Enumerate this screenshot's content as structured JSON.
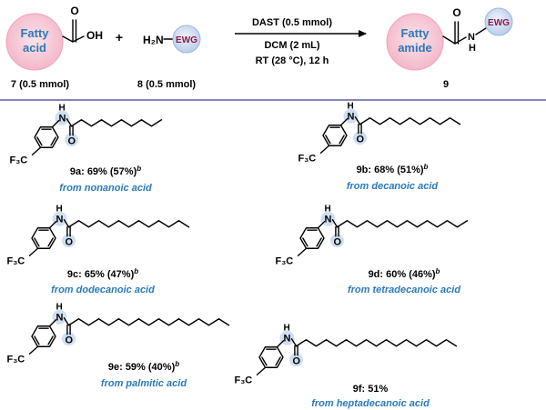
{
  "scheme": {
    "reactant1": {
      "circle_label_1": "Fatty",
      "circle_label_2": "acid",
      "oxygen": "O",
      "hydroxyl": "OH",
      "caption": "7 (0.5 mmol)"
    },
    "plus": "+",
    "reactant2": {
      "amine": "H₂N",
      "circle_label": "EWG",
      "caption": "8 (0.5 mmol)"
    },
    "conditions": [
      "DAST (0.5 mmol)",
      "DCM (2 mL)",
      "RT (28 °C), 12 h"
    ],
    "product": {
      "circle_label_1": "Fatty",
      "circle_label_2": "amide",
      "oxygen": "O",
      "nh": "N",
      "nh_h": "H",
      "ewg": "EWG",
      "caption": "9"
    }
  },
  "atoms": {
    "N": "N",
    "H": "H",
    "O": "O",
    "CF3": "F₃C"
  },
  "compounds": [
    {
      "id": "9a",
      "text": "9a: 69% (57%)",
      "sup": "b",
      "source": "from nonanoic acid"
    },
    {
      "id": "9b",
      "text": "9b: 68% (51%)",
      "sup": "b",
      "source": "from decanoic acid"
    },
    {
      "id": "9c",
      "text": "9c: 65% (47%)",
      "sup": "b",
      "source": "from dodecanoic acid"
    },
    {
      "id": "9d",
      "text": "9d: 60% (46%)",
      "sup": "b",
      "source": "from tetradecanoic acid"
    },
    {
      "id": "9e",
      "text": "9e: 59% (40%)",
      "sup": "b",
      "source": "from palmitic acid"
    },
    {
      "id": "9f",
      "text": "9f: 51%",
      "sup": "",
      "source": "from heptadecanoic acid"
    }
  ],
  "colors": {
    "fatty_circle": "#f6c9d5",
    "fatty_text": "#2a7ab8",
    "ewg_circle": "#c9daf0",
    "ewg_text": "#8b1a4a",
    "divider": "#5a5f9e",
    "highlight": "#cfdff2"
  }
}
